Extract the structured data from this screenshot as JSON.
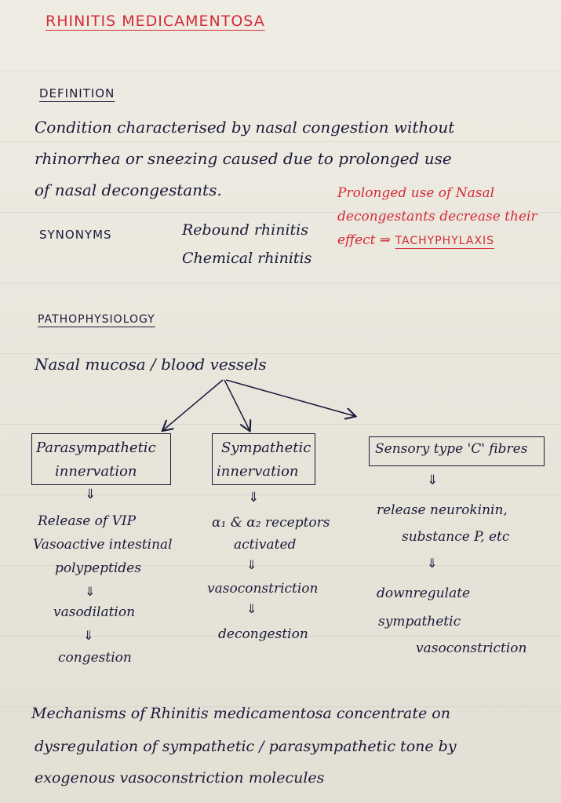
{
  "title": "RHINITIS MEDICAMENTOSA",
  "definition": {
    "heading": "DEFINITION",
    "lines": [
      "Condition characterised by nasal congestion without",
      "rhinorrhea or sneezing caused due to prolonged use",
      "of nasal decongestants."
    ]
  },
  "side_note": {
    "lines": [
      "Prolonged use of Nasal",
      "decongestants decrease their"
    ],
    "effect_prefix": "effect ⇒",
    "effect_term": "TACHYPHYLAXIS",
    "color": "#d42b37"
  },
  "synonyms": {
    "heading": "SYNONYMS",
    "items": [
      "Rebound rhinitis",
      "Chemical rhinitis"
    ]
  },
  "pathophysiology": {
    "heading": "PATHOPHYSIOLOGY",
    "root": "Nasal mucosa / blood vessels",
    "arrow_glyph": "⇓",
    "branches": [
      {
        "box": [
          "Parasympathetic",
          "innervation"
        ],
        "steps": [
          [
            "Release of VIP",
            "Vasoactive intestinal",
            "polypeptides"
          ],
          [
            "vasodilation"
          ],
          [
            "congestion"
          ]
        ]
      },
      {
        "box": [
          "Sympathetic",
          "innervation"
        ],
        "steps": [
          [
            "α₁ & α₂ receptors",
            "activated"
          ],
          [
            "vasoconstriction"
          ],
          [
            "decongestion"
          ]
        ]
      },
      {
        "box": [
          "Sensory type 'C' fibres"
        ],
        "steps": [
          [
            "release neurokinin,",
            "substance P, etc"
          ],
          [
            "downregulate",
            "sympathetic",
            "vasoconstriction"
          ]
        ]
      }
    ]
  },
  "conclusion": [
    "Mechanisms of Rhinitis medicamentosa concentrate on",
    "dysregulation of sympathetic / parasympathetic tone by",
    "exogenous vasoconstriction molecules"
  ]
}
